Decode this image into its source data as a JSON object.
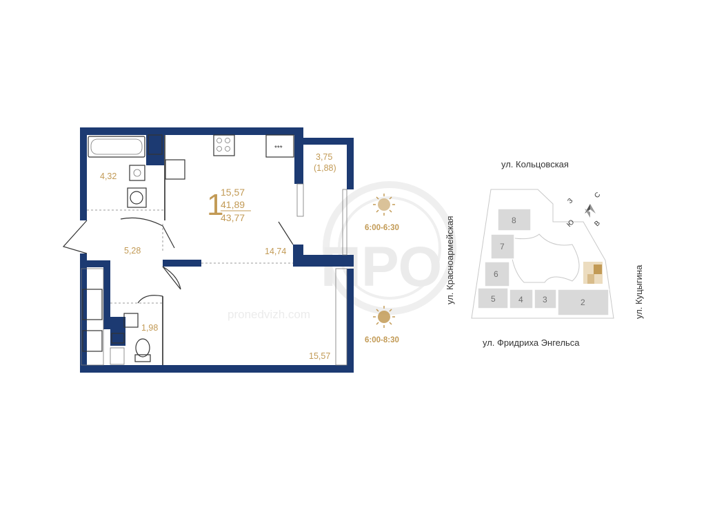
{
  "plan": {
    "rooms_label": "1",
    "living_area": "15,57",
    "total_area": "41,89",
    "total_area_with_balcony": "43,77",
    "room_areas": {
      "bathroom": "4,32",
      "hall": "5,28",
      "wc": "1,98",
      "kitchen": "14,74",
      "room": "15,57",
      "balcony": "3,75",
      "balcony_reduced": "(1,88)"
    }
  },
  "watermark": {
    "logo": "ПРО",
    "site": "pronedvizh.com"
  },
  "insolation": [
    {
      "time": "6:00-6:30"
    },
    {
      "time": "6:00-8:30"
    }
  ],
  "site_plan": {
    "streets": {
      "north": "ул. Кольцовская",
      "west": "ул. Красноармейская",
      "south": "ул. Фридриха Энгельса",
      "east": "ул. Куцыгина"
    },
    "buildings": [
      "8",
      "7",
      "6",
      "5",
      "4",
      "3",
      "2"
    ],
    "compass": {
      "north": "С",
      "south": "Ю",
      "west": "З",
      "east": "В"
    }
  },
  "colors": {
    "wall": "#1c3a72",
    "accent": "#c29a55",
    "building": "#d9d9d9",
    "highlight": "#c29a55"
  }
}
